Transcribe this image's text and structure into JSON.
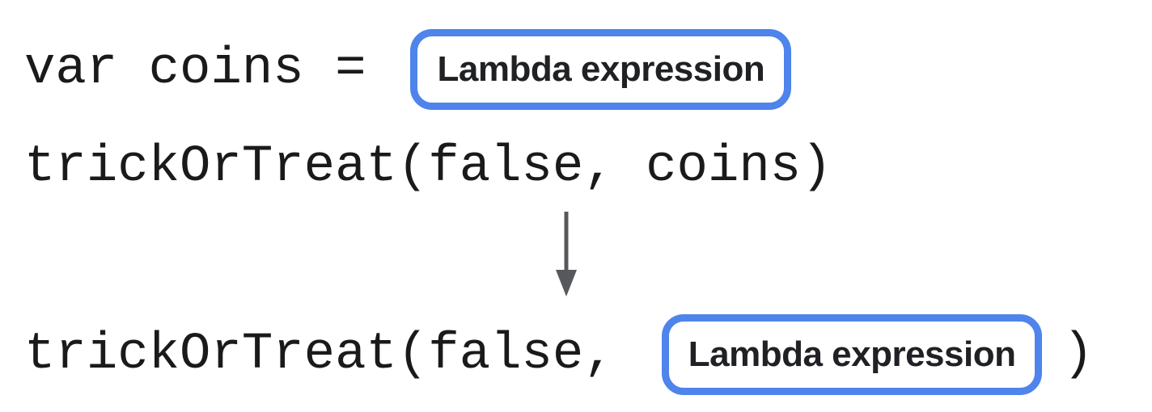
{
  "colors": {
    "background": "#FFFFFF",
    "code_text": "#1A1A1A",
    "label_text": "#202124",
    "box_border": "#4E84EB",
    "arrow": "#57585B"
  },
  "diagram": {
    "line1": {
      "code": "var coins =",
      "box_label": "Lambda expression"
    },
    "line2": {
      "code": "trickOrTreat(false, coins)"
    },
    "line3": {
      "code_before": "trickOrTreat(false,",
      "box_label": "Lambda expression",
      "code_after": ")"
    }
  }
}
